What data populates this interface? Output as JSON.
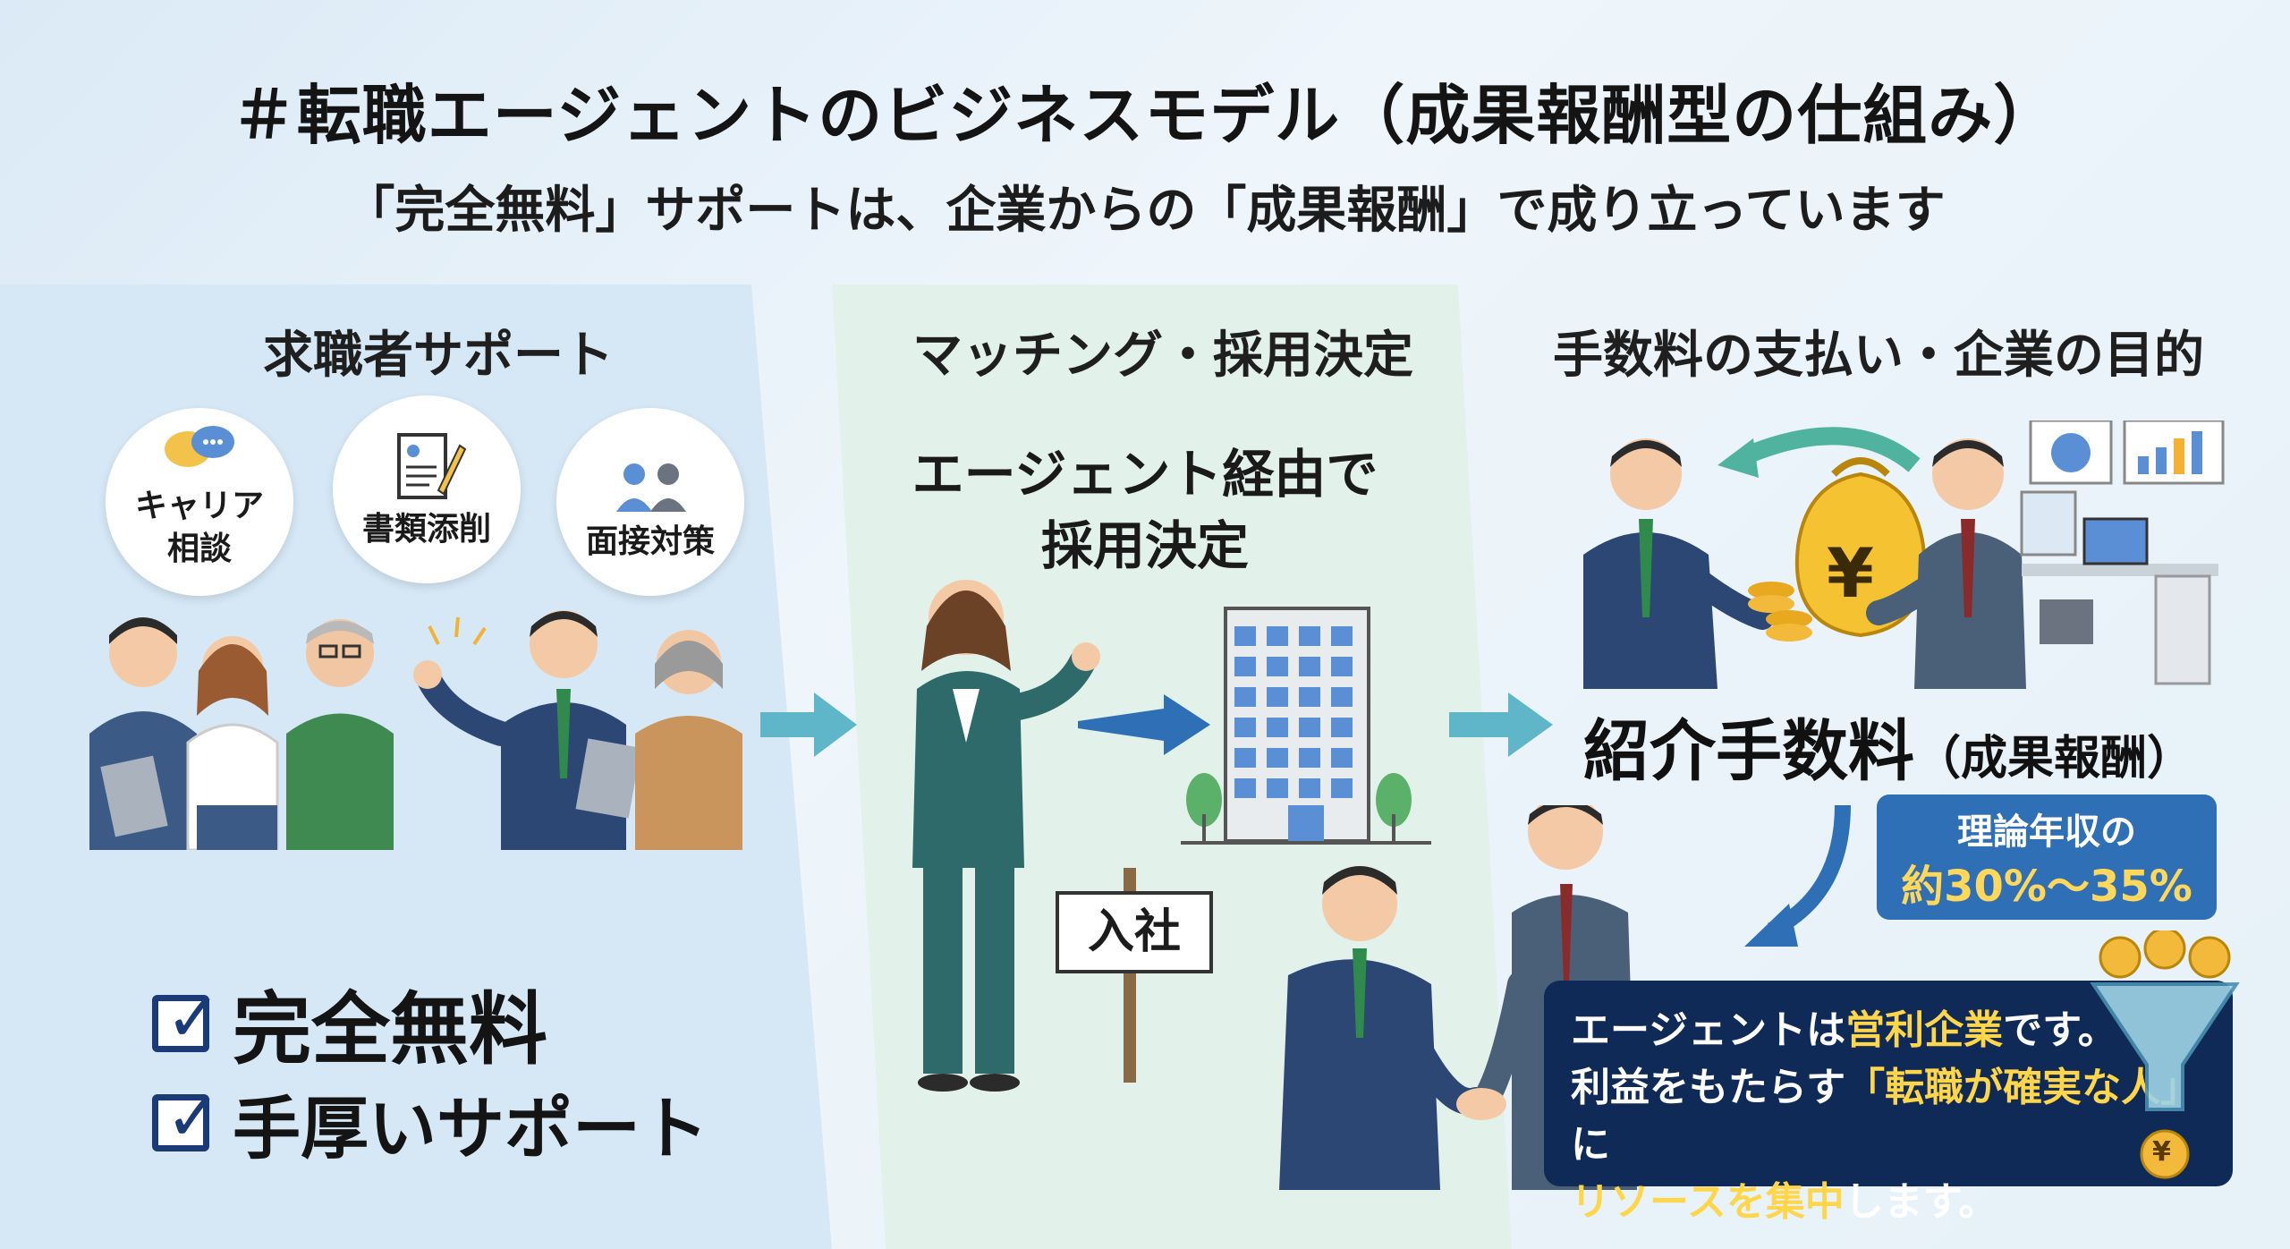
{
  "header": {
    "title": "＃転職エージェントのビジネスモデル（成果報酬型の仕組み）",
    "subtitle": "「完全無料」サポートは、企業からの「成果報酬」で成り立っています"
  },
  "sections": {
    "left": {
      "heading": "求職者サポート",
      "bubbles": [
        "キャリア\n相談",
        "書類添削",
        "面接対策"
      ],
      "checks": [
        "完全無料",
        "手厚いサポート"
      ]
    },
    "middle": {
      "heading": "マッチング・採用決定",
      "caption_line1": "エージェント経由で",
      "caption_line2": "採用決定",
      "sign": "入社"
    },
    "right": {
      "heading": "手数料の支払い・企業の目的",
      "fee_main": "紹介手数料",
      "fee_sub": "（成果報酬）",
      "rate_line1": "理論年収の",
      "rate_line2": "約30%〜35%",
      "note": {
        "l1_a": "エージェントは",
        "l1_b": "営利企業",
        "l1_c": "です。",
        "l2_a": "利益をもたらす",
        "l2_b": "「転職が確実な人」",
        "l2_c": "に",
        "l3_a": "リソースを集中",
        "l3_b": "します。"
      }
    }
  },
  "icons": {
    "money_bag_symbol": "¥",
    "coin_symbol": "¥"
  },
  "colors": {
    "accent_blue": "#2f6fb5",
    "navy": "#0f2a57",
    "highlight": "#ffd54a",
    "arrow": "#4fb3c9"
  }
}
